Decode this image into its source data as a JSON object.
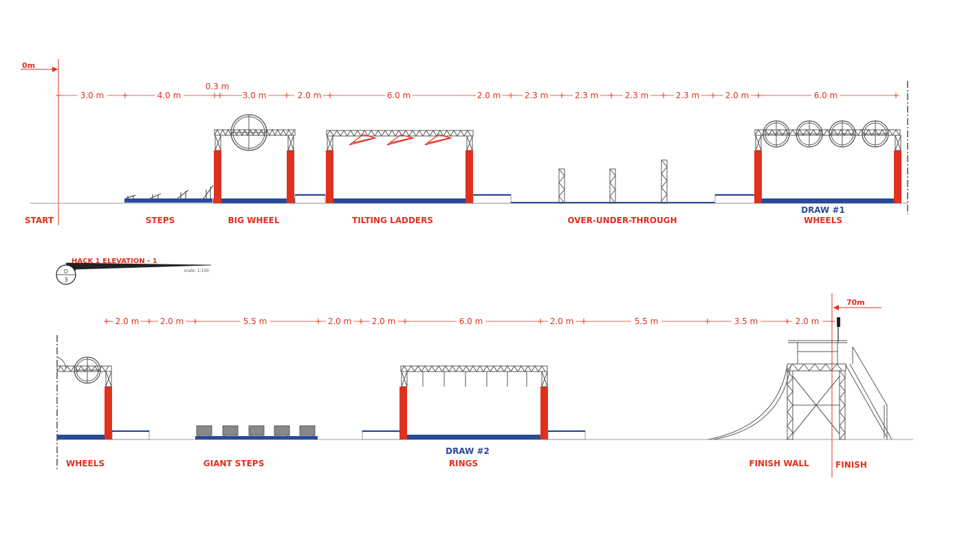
{
  "markers": {
    "start_distance": "0m",
    "finish_distance": "70m"
  },
  "row1": {
    "dimensions": [
      "3.0 m",
      "4.0 m",
      "0.3 m",
      "3.0 m",
      "2.0 m",
      "6.0 m",
      "2.0 m",
      "2.3 m",
      "2.3 m",
      "2.3 m",
      "2.3 m",
      "2.0 m",
      "6.0 m"
    ],
    "labels": {
      "start": "START",
      "steps": "STEPS",
      "big_wheel": "BIG WHEEL",
      "tilting_ladders": "TILTING LADDERS",
      "over_under_through": "OVER-UNDER-THROUGH",
      "draw1": "DRAW #1",
      "wheels": "WHEELS"
    }
  },
  "title_block": {
    "title": "HACK 1 ELEVATION  - 1",
    "scale": "scale: 1:100",
    "sheet_letter": "D",
    "sheet_number": "3"
  },
  "row2": {
    "dimensions": [
      "2.0 m",
      "2.0 m",
      "5.5 m",
      "2.0 m",
      "2.0 m",
      "6.0 m",
      "2.0 m",
      "5.5 m",
      "3.5 m",
      "2.0 m"
    ],
    "labels": {
      "wheels": "WHEELS",
      "giant_steps": "GIANT STEPS",
      "draw2": "DRAW #2",
      "rings": "RINGS",
      "finish_wall": "FINISH WALL",
      "finish": "FINISH"
    }
  },
  "colors": {
    "dimension_red": "#e0301e",
    "platform_blue": "#2a4a9a",
    "post_red": "#e0301e",
    "truss_grey": "#555555"
  }
}
